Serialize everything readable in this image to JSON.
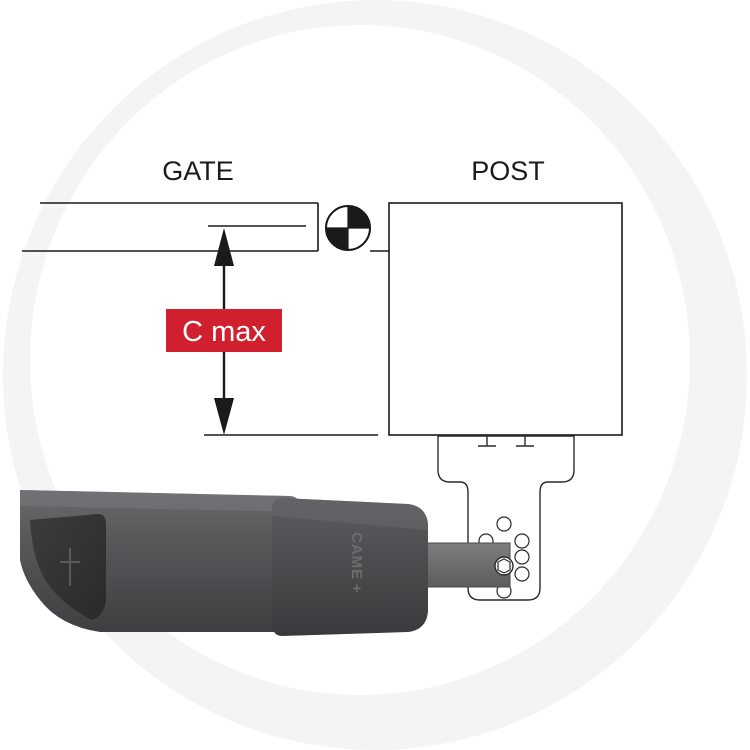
{
  "labels": {
    "gate": "GATE",
    "post": "POST",
    "dimension": "C max"
  },
  "product": {
    "brand": "CAME",
    "brand_mark": "+"
  },
  "colors": {
    "background_disc": "#f4f4f4",
    "line": "#1a1a1a",
    "dimension_badge": "#d0202e",
    "operator_body": "#555558",
    "operator_cap": "#4b4b4e",
    "bracket_arm": "#6e6e70"
  },
  "icons": {
    "pivot": "pivot-point-icon",
    "arrow_up": "arrow-up-icon",
    "arrow_down": "arrow-down-icon"
  }
}
